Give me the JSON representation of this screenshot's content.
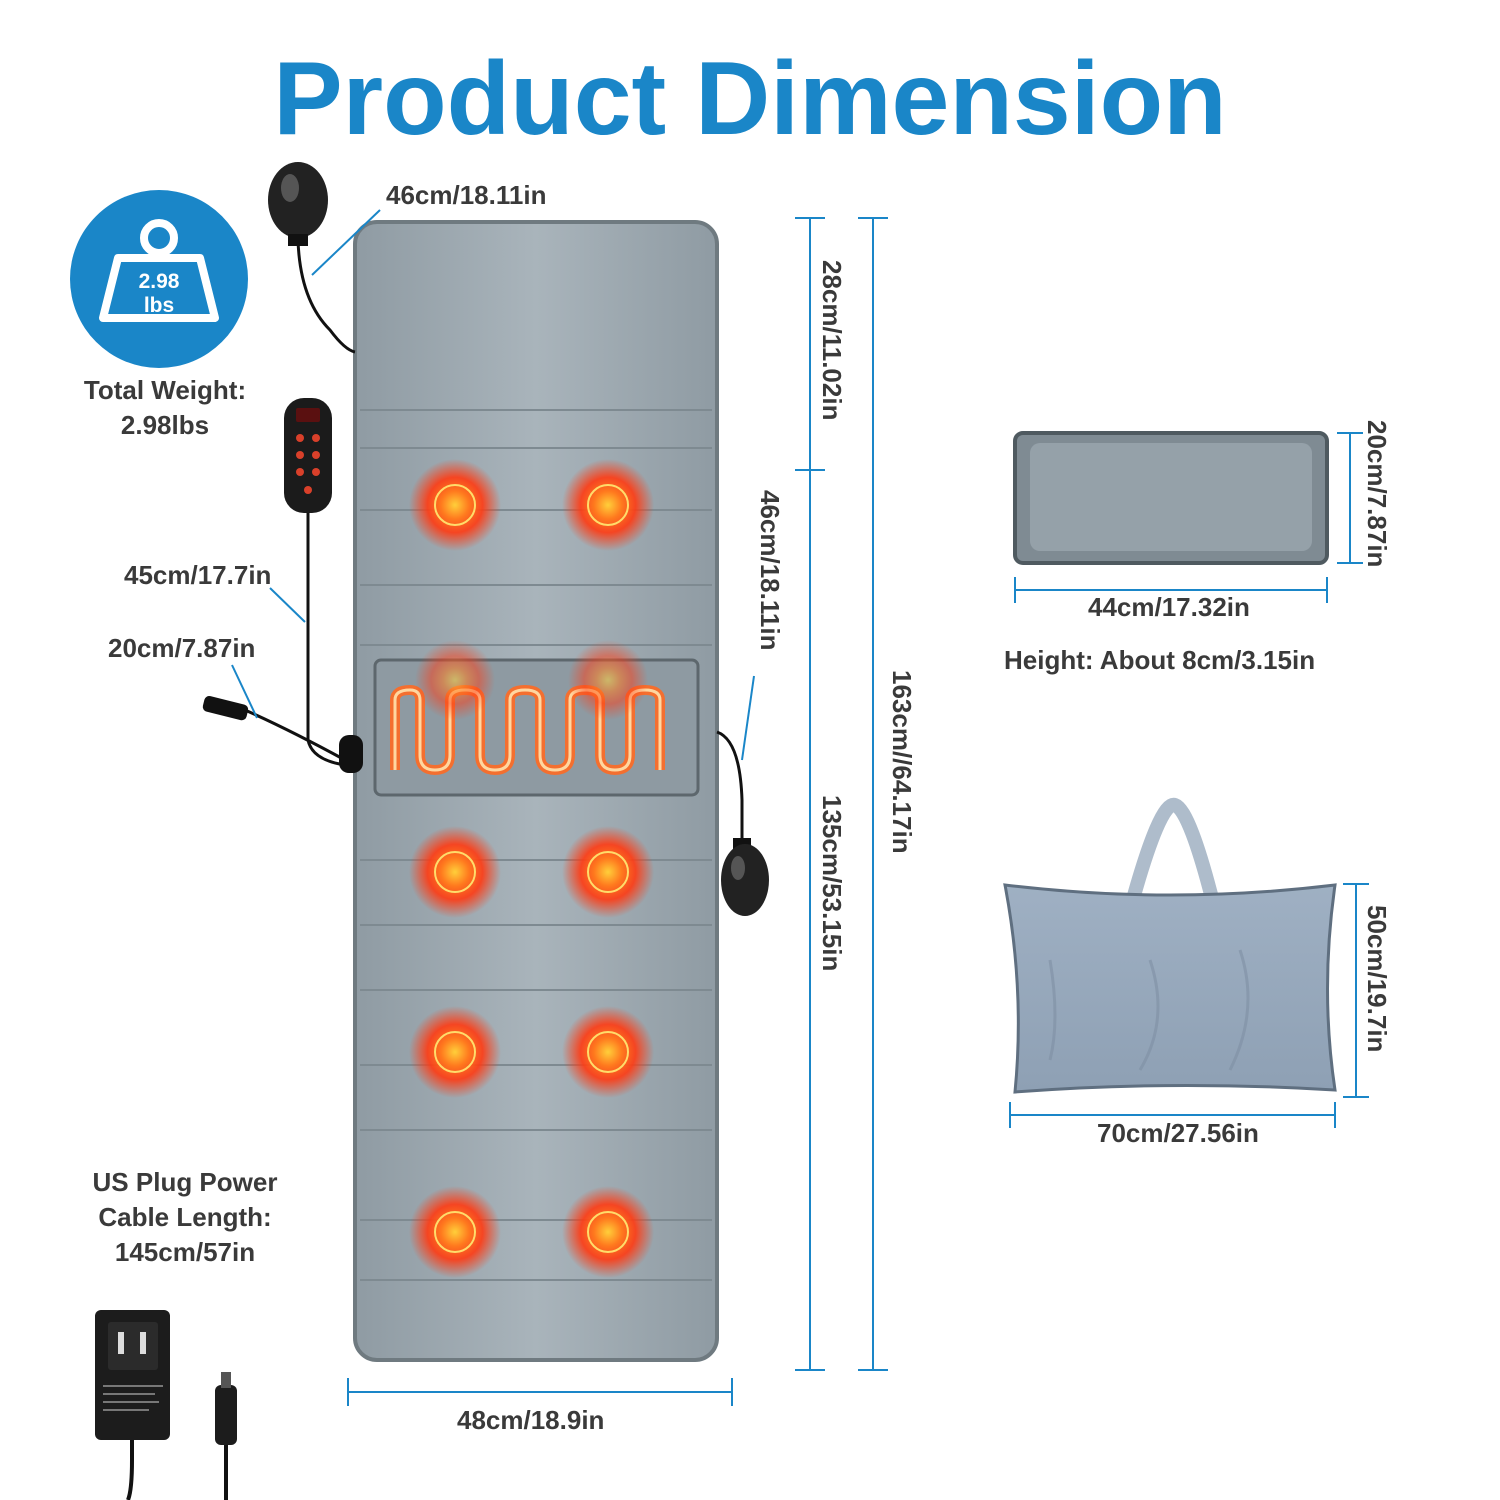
{
  "title": "Product Dimension",
  "weight": {
    "badge_value": "2.98",
    "badge_unit": "lbs",
    "label_line1": "Total Weight:",
    "label_line2": "2.98lbs"
  },
  "mat": {
    "width": "48cm/18.9in",
    "total_length": "163cm//64.17in",
    "head_section": "28cm/11.02in",
    "body_section": "135cm/53.15in",
    "heat_section": "46cm/18.11in",
    "top_cable": "46cm/18.11in",
    "controller_cable": "45cm/17.7in",
    "power_lead": "20cm/7.87in"
  },
  "pillow": {
    "width": "44cm/17.32in",
    "depth": "20cm/7.87in",
    "height": "Height: About 8cm/3.15in"
  },
  "bag": {
    "width": "70cm/27.56in",
    "height": "50cm/19.7in"
  },
  "power": {
    "line1": "US Plug Power",
    "line2": "Cable Length:",
    "line3": "145cm/57in"
  },
  "colors": {
    "accent": "#1a86c8",
    "mat": "#9aa6ae",
    "heat": "#ff4a1c"
  }
}
